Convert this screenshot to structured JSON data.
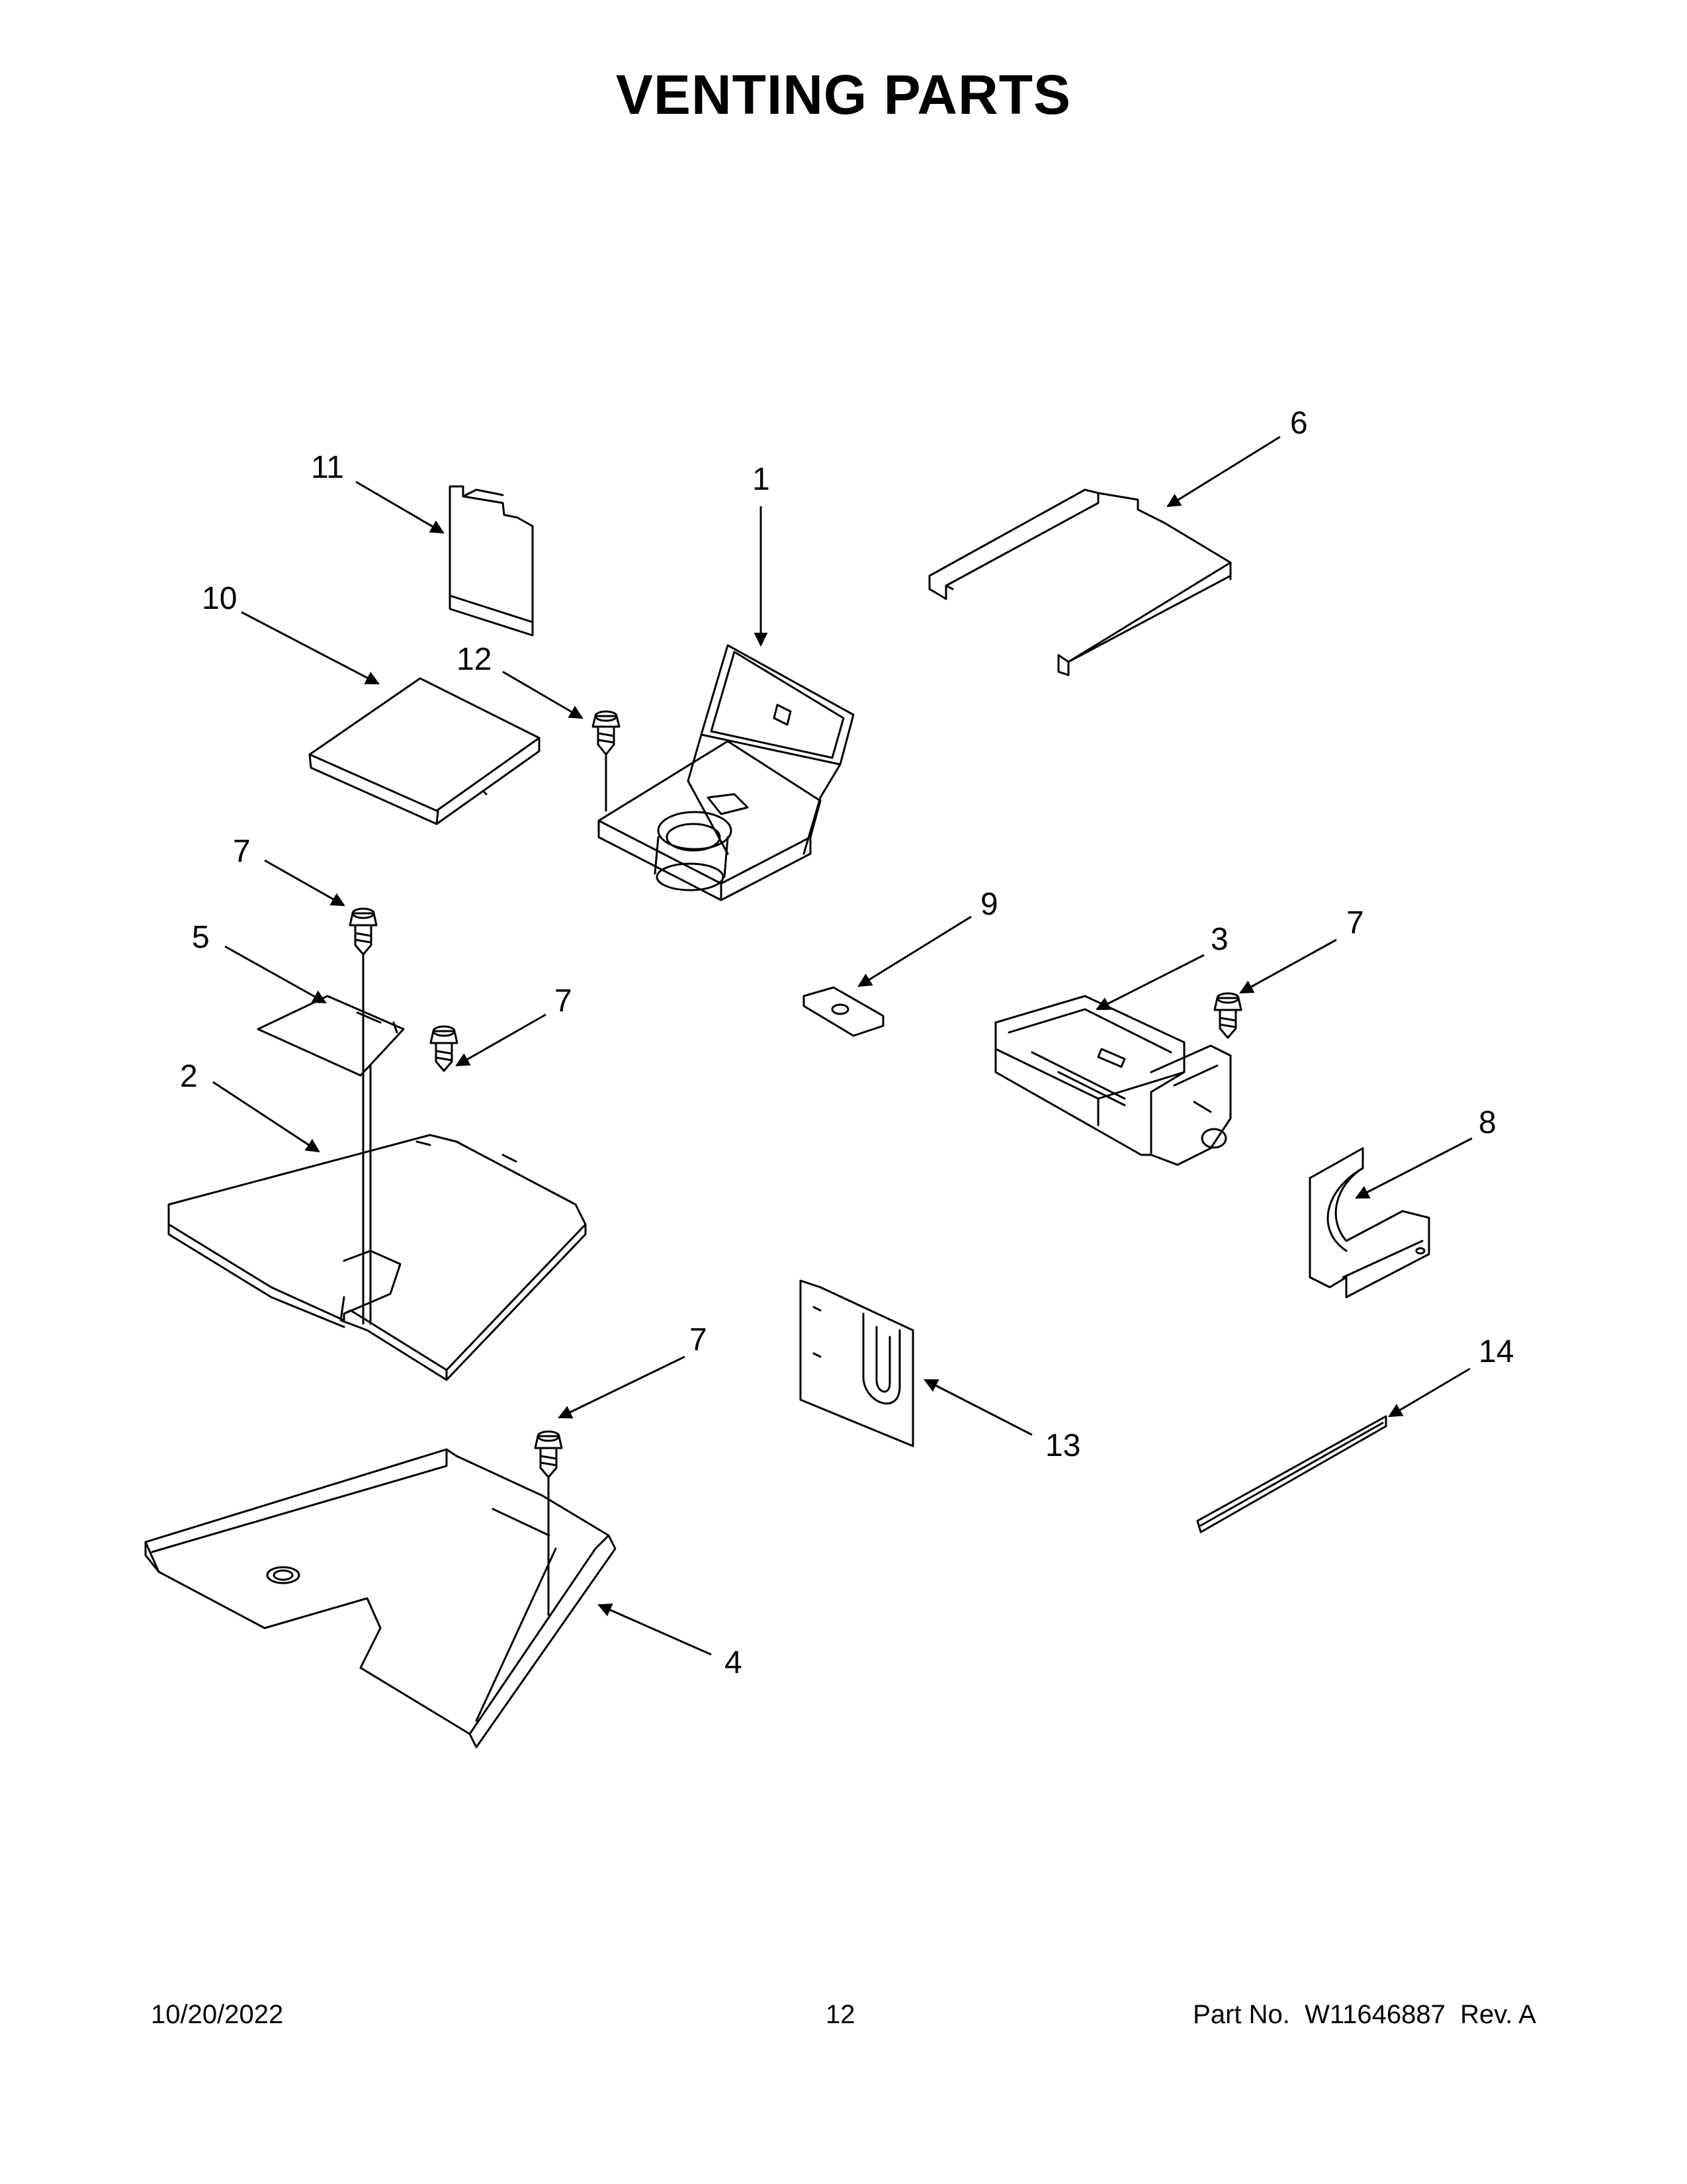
{
  "title": "VENTING PARTS",
  "callouts": {
    "c1": "1",
    "c2": "2",
    "c3": "3",
    "c4": "4",
    "c5": "5",
    "c6": "6",
    "c7": "7",
    "c8": "8",
    "c9": "9",
    "c10": "10",
    "c11": "11",
    "c12": "12",
    "c13": "13",
    "c14": "14"
  },
  "footer": {
    "date": "10/20/2022",
    "page_number": "12",
    "part_label": "Part No.",
    "part_number": "W11646887",
    "revision": "Rev. A"
  }
}
